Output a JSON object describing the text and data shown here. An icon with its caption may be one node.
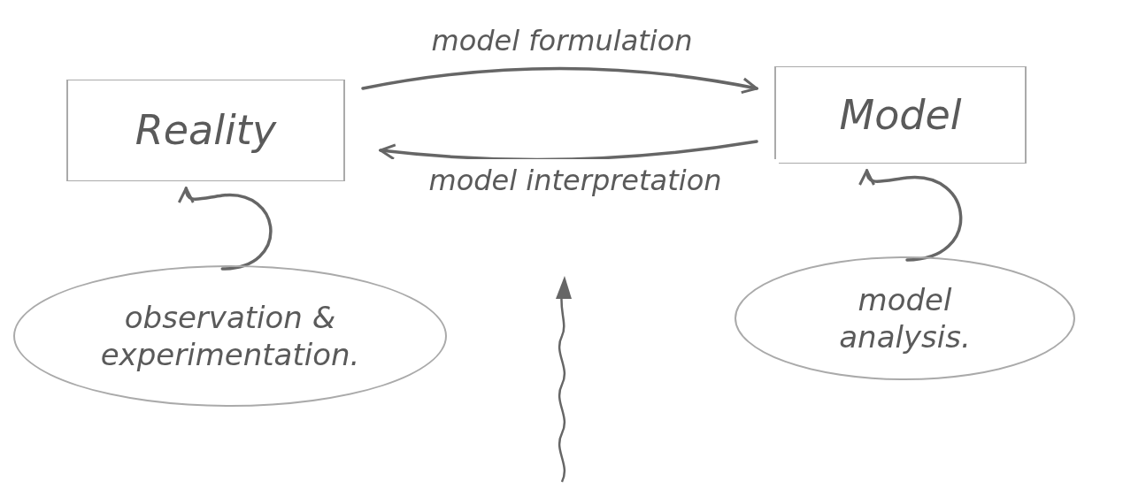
{
  "diagram": {
    "nodes": [
      {
        "text": [
          "Reality"
        ]
      },
      {
        "text": [
          "Model"
        ]
      },
      {
        "text": [
          "observation & experimentation."
        ]
      },
      {
        "text": [
          "model analysis."
        ]
      }
    ],
    "edges": [
      {
        "from": 0,
        "to": 1,
        "arrow": "to",
        "label": "model formulation"
      },
      {
        "from": 1,
        "to": 0,
        "arrow": "to",
        "label": "model interpretation"
      },
      {
        "from": 2,
        "to": 0,
        "arrow": "to"
      },
      {
        "from": 3,
        "to": 1,
        "arrow": "to"
      }
    ]
  }
}
